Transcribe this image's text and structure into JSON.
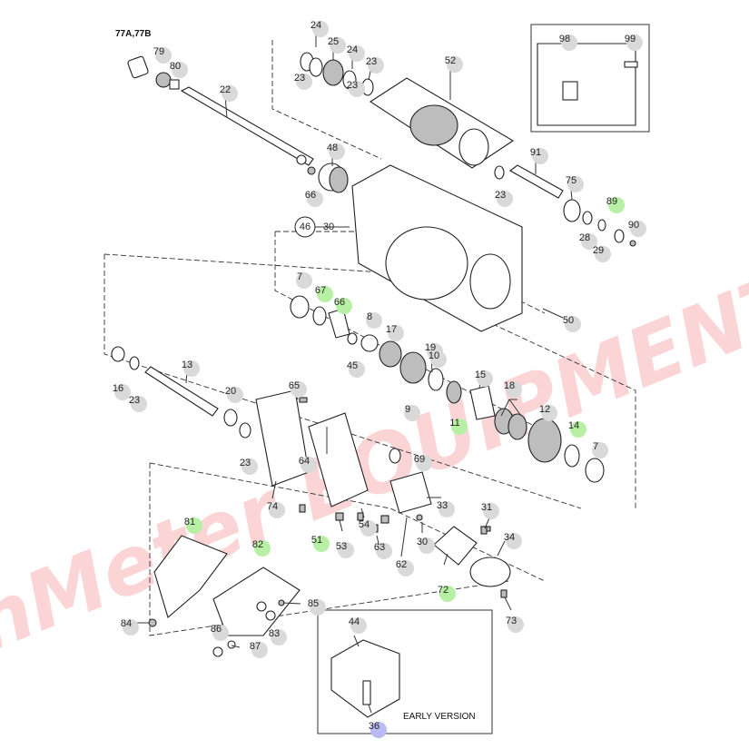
{
  "diagram": {
    "header_ref": "77A,77B",
    "caption": "EARLY VERSION",
    "watermark": "VanMeter EQUIPMENT",
    "highlight_colors": {
      "green": "#b7f0a4",
      "blue": "#b9b9f5",
      "grey": "#d9d9d9"
    },
    "callouts": [
      {
        "id": "c24a",
        "label": "24",
        "hl": "grey"
      },
      {
        "id": "c25",
        "label": "25",
        "hl": "grey"
      },
      {
        "id": "c24b",
        "label": "24",
        "hl": "grey"
      },
      {
        "id": "c23a",
        "label": "23",
        "hl": "grey"
      },
      {
        "id": "c23b",
        "label": "23",
        "hl": "grey"
      },
      {
        "id": "c23c",
        "label": "23",
        "hl": "grey"
      },
      {
        "id": "c79",
        "label": "79",
        "hl": "grey"
      },
      {
        "id": "c80",
        "label": "80",
        "hl": "grey"
      },
      {
        "id": "c52",
        "label": "52",
        "hl": "grey"
      },
      {
        "id": "c98",
        "label": "98",
        "hl": "grey"
      },
      {
        "id": "c99",
        "label": "99",
        "hl": "grey"
      },
      {
        "id": "c22",
        "label": "22",
        "hl": "grey"
      },
      {
        "id": "c48",
        "label": "48",
        "hl": "grey"
      },
      {
        "id": "c66a",
        "label": "66",
        "hl": "grey"
      },
      {
        "id": "c91",
        "label": "91",
        "hl": "grey"
      },
      {
        "id": "c75",
        "label": "75",
        "hl": "grey"
      },
      {
        "id": "c23d",
        "label": "23",
        "hl": "grey"
      },
      {
        "id": "c89",
        "label": "89",
        "hl": "green"
      },
      {
        "id": "c90",
        "label": "90",
        "hl": "grey"
      },
      {
        "id": "c28",
        "label": "28",
        "hl": "grey"
      },
      {
        "id": "c29",
        "label": "29",
        "hl": "grey"
      },
      {
        "id": "c46",
        "label": "46",
        "hl": "none"
      },
      {
        "id": "c30",
        "label": "30",
        "hl": "none"
      },
      {
        "id": "c7a",
        "label": "7",
        "hl": "grey"
      },
      {
        "id": "c67",
        "label": "67",
        "hl": "green"
      },
      {
        "id": "c66b",
        "label": "66",
        "hl": "green"
      },
      {
        "id": "c8",
        "label": "8",
        "hl": "grey"
      },
      {
        "id": "c17",
        "label": "17",
        "hl": "grey"
      },
      {
        "id": "c45",
        "label": "45",
        "hl": "grey"
      },
      {
        "id": "c50",
        "label": "50",
        "hl": "grey"
      },
      {
        "id": "c16",
        "label": "16",
        "hl": "grey"
      },
      {
        "id": "c23e",
        "label": "23",
        "hl": "grey"
      },
      {
        "id": "c13",
        "label": "13",
        "hl": "grey"
      },
      {
        "id": "c19",
        "label": "19",
        "hl": "grey"
      },
      {
        "id": "c10",
        "label": "10",
        "hl": "grey"
      },
      {
        "id": "c15",
        "label": "15",
        "hl": "grey"
      },
      {
        "id": "c18",
        "label": "18",
        "hl": "grey"
      },
      {
        "id": "c9",
        "label": "9",
        "hl": "grey"
      },
      {
        "id": "c11",
        "label": "11",
        "hl": "green"
      },
      {
        "id": "c12",
        "label": "12",
        "hl": "grey"
      },
      {
        "id": "c14",
        "label": "14",
        "hl": "green"
      },
      {
        "id": "c7b",
        "label": "7",
        "hl": "grey"
      },
      {
        "id": "c65",
        "label": "65",
        "hl": "grey"
      },
      {
        "id": "c20",
        "label": "20",
        "hl": "grey"
      },
      {
        "id": "c23f",
        "label": "23",
        "hl": "grey"
      },
      {
        "id": "c69",
        "label": "69",
        "hl": "grey"
      },
      {
        "id": "c64",
        "label": "64",
        "hl": "grey"
      },
      {
        "id": "c74",
        "label": "74",
        "hl": "grey"
      },
      {
        "id": "c33",
        "label": "33",
        "hl": "grey"
      },
      {
        "id": "c81",
        "label": "81",
        "hl": "green"
      },
      {
        "id": "c54",
        "label": "54",
        "hl": "grey"
      },
      {
        "id": "c51",
        "label": "51",
        "hl": "green"
      },
      {
        "id": "c53",
        "label": "53",
        "hl": "grey"
      },
      {
        "id": "c63",
        "label": "63",
        "hl": "grey"
      },
      {
        "id": "c30b",
        "label": "30",
        "hl": "grey"
      },
      {
        "id": "c31",
        "label": "31",
        "hl": "grey"
      },
      {
        "id": "c34",
        "label": "34",
        "hl": "grey"
      },
      {
        "id": "c82",
        "label": "82",
        "hl": "green"
      },
      {
        "id": "c62",
        "label": "62",
        "hl": "grey"
      },
      {
        "id": "c72",
        "label": "72",
        "hl": "green"
      },
      {
        "id": "c85",
        "label": "85",
        "hl": "grey"
      },
      {
        "id": "c84",
        "label": "84",
        "hl": "grey"
      },
      {
        "id": "c86",
        "label": "86",
        "hl": "grey"
      },
      {
        "id": "c83",
        "label": "83",
        "hl": "grey"
      },
      {
        "id": "c87",
        "label": "87",
        "hl": "grey"
      },
      {
        "id": "c73",
        "label": "73",
        "hl": "grey"
      },
      {
        "id": "c44",
        "label": "44",
        "hl": "grey"
      },
      {
        "id": "c36",
        "label": "36",
        "hl": "blue"
      }
    ]
  }
}
